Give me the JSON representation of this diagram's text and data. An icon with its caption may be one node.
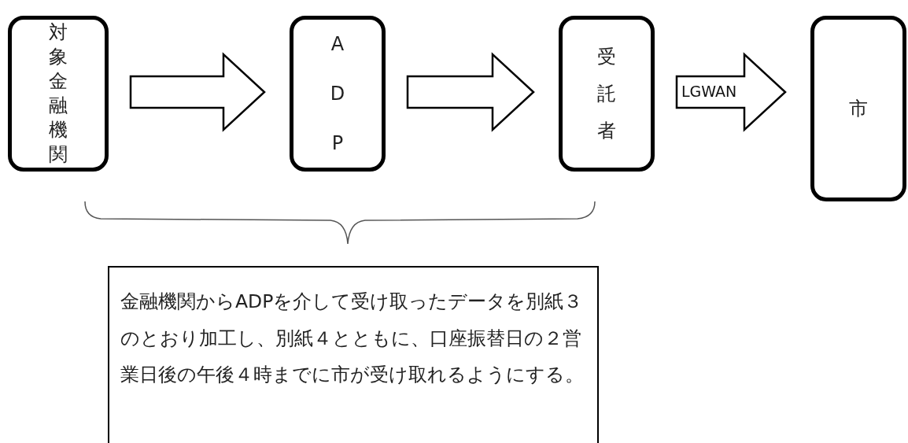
{
  "diagram": {
    "nodes": [
      {
        "text": [
          "対象金融機関"
        ]
      },
      {
        "text": [
          "ADP"
        ]
      },
      {
        "text": [
          "受託者"
        ]
      },
      {
        "text": [
          "市"
        ]
      },
      {
        "text": [
          "金融機関からADPを介して受け取ったデータを別紙３のとおり加工し、別紙４とともに、口座振替日の２営業日後の午後４時までに市が受け取れるようにする。"
        ]
      }
    ],
    "edges": [
      {
        "from": 0,
        "to": 1,
        "arrow": "to"
      },
      {
        "from": 1,
        "to": 2,
        "arrow": "to"
      },
      {
        "from": 2,
        "to": 3,
        "arrow": "to",
        "label": "LGWAN"
      }
    ]
  }
}
